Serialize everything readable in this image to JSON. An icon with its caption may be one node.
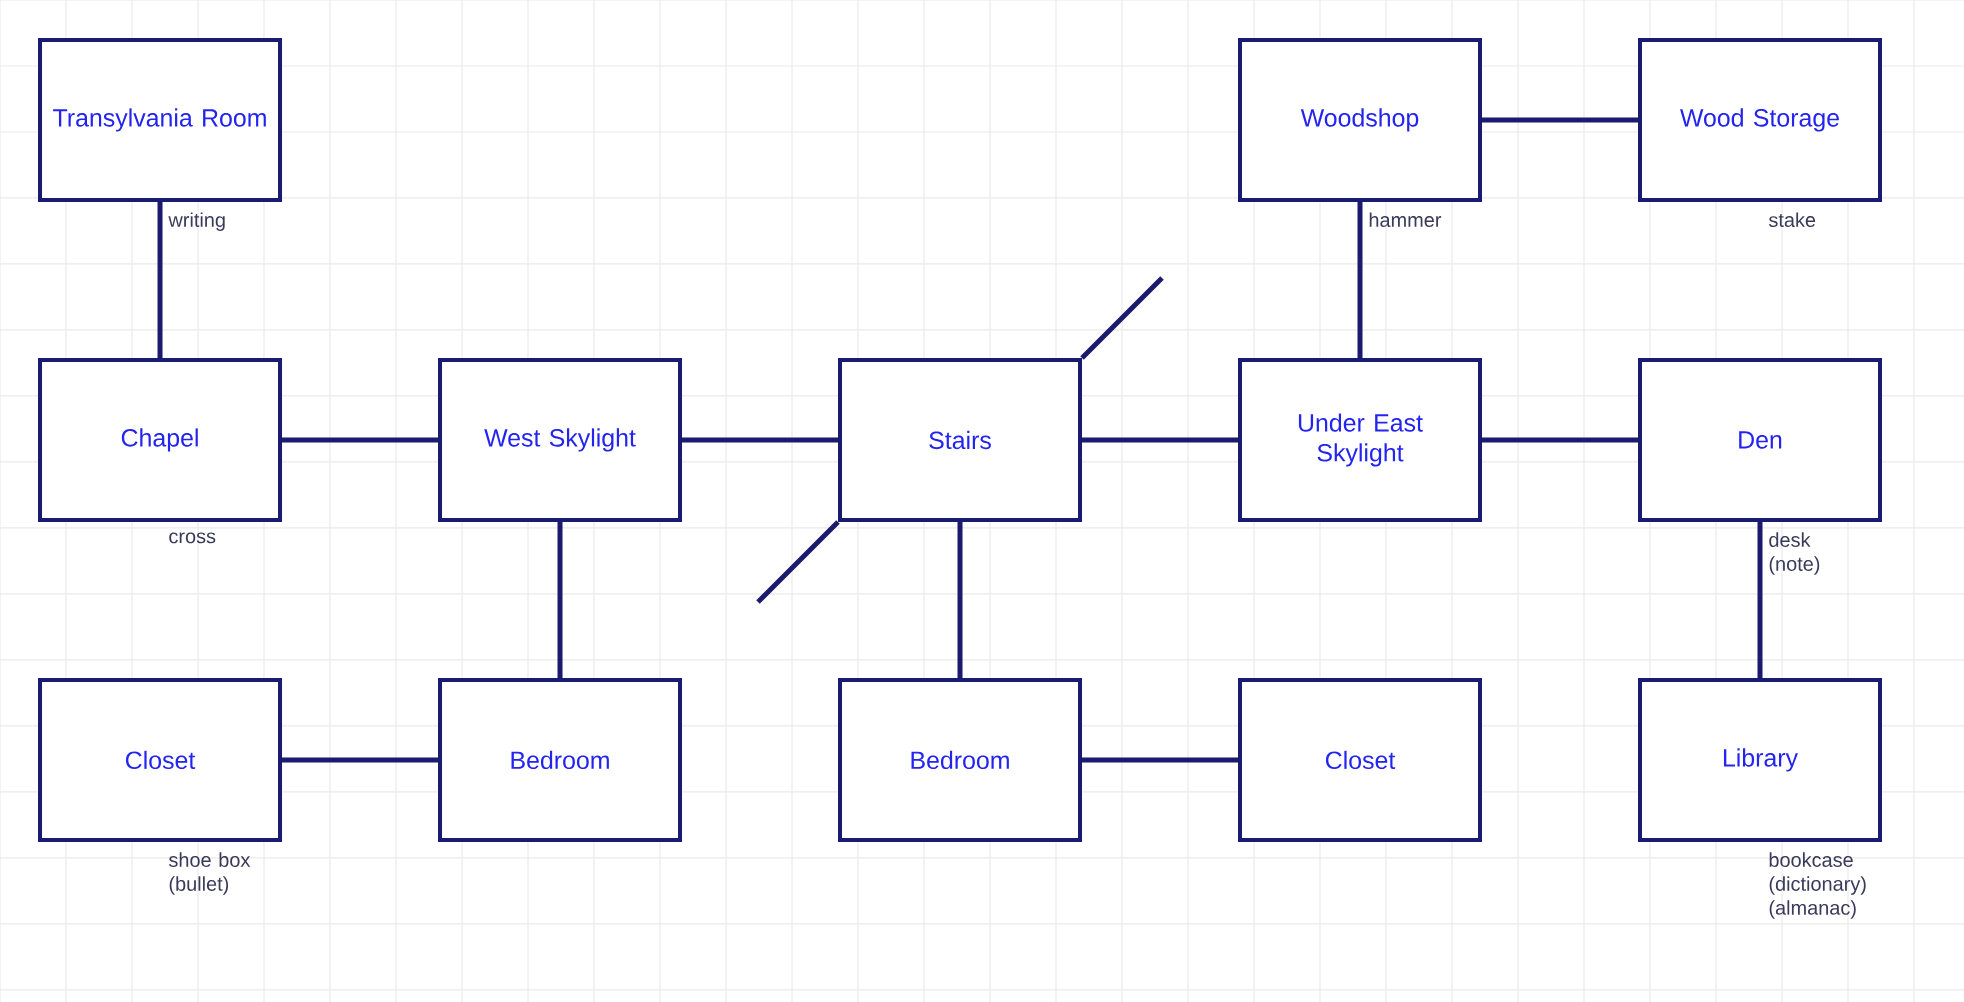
{
  "diagram": {
    "nodes": [
      {
        "text": [
          "Transylvania Room"
        ],
        "beside": [
          "writing"
        ]
      },
      {
        "text": [
          "Woodshop"
        ],
        "beside": [
          "hammer"
        ]
      },
      {
        "text": [
          "Wood Storage"
        ],
        "beside": [
          "stake"
        ]
      },
      {
        "text": [
          "Chapel"
        ],
        "beside": [
          "cross"
        ]
      },
      {
        "text": [
          "West Skylight"
        ]
      },
      {
        "text": [
          "Stairs"
        ]
      },
      {
        "text": [
          "Under East Skylight"
        ]
      },
      {
        "text": [
          "Den"
        ],
        "beside": [
          "desk (note)"
        ]
      },
      {
        "text": [
          "Closet"
        ],
        "beside": [
          "shoe box (bullet)"
        ]
      },
      {
        "text": [
          "Bedroom"
        ]
      },
      {
        "text": [
          "Bedroom"
        ]
      },
      {
        "text": [
          "Closet"
        ]
      },
      {
        "text": [
          "Library"
        ],
        "beside": [
          "bookcase (dictionary) (almanac)"
        ]
      }
    ],
    "edges": [
      {
        "from": 0,
        "to": 3,
        "arrow": "none"
      },
      {
        "from": 1,
        "to": 2,
        "arrow": "none"
      },
      {
        "from": 1,
        "to": 6,
        "arrow": "none"
      },
      {
        "from": 5,
        "to": null,
        "arrow": "none"
      },
      {
        "from": 3,
        "to": 4,
        "arrow": "none"
      },
      {
        "from": 4,
        "to": 5,
        "arrow": "none"
      },
      {
        "from": 5,
        "to": 6,
        "arrow": "none"
      },
      {
        "from": 6,
        "to": 7,
        "arrow": "none"
      },
      {
        "from": 5,
        "to": null,
        "arrow": "none"
      },
      {
        "from": 4,
        "to": 9,
        "arrow": "none"
      },
      {
        "from": 5,
        "to": 10,
        "arrow": "none"
      },
      {
        "from": 7,
        "to": 12,
        "arrow": "none"
      },
      {
        "from": 8,
        "to": 9,
        "arrow": "none"
      },
      {
        "from": 10,
        "to": 11,
        "arrow": "none"
      }
    ]
  }
}
